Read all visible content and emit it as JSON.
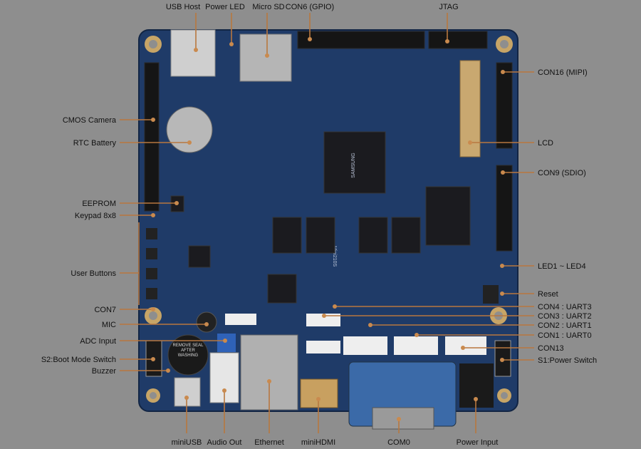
{
  "board_name": "Mini210S",
  "cpu_marking": "SAMSUNG",
  "labels": {
    "top": [
      "USB Host",
      "Power LED",
      "Micro SD",
      "CON6 (GPIO)",
      "JTAG"
    ],
    "left": [
      "CMOS Camera",
      "RTC Battery",
      "EEPROM",
      "Keypad 8x8",
      "User Buttons",
      "CON7",
      "MIC",
      "ADC Input",
      "S2:Boot Mode Switch",
      "Buzzer"
    ],
    "right": [
      "CON16 (MIPI)",
      "LCD",
      "CON9 (SDIO)",
      "LED1 ~ LED4",
      "Reset",
      "CON4 : UART3",
      "CON3 : UART2",
      "CON2 : UART1",
      "CON1 : UART0",
      "CON13",
      "S1:Power Switch"
    ],
    "bottom": [
      "miniUSB",
      "Audio Out",
      "Ethernet",
      "miniHDMI",
      "COM0",
      "Power Input"
    ]
  },
  "buzzer_sticker": "REMOVE SEAL AFTER WASHING",
  "colors": {
    "background": "#8e8e8e",
    "board": "#1f3b68",
    "leader": "#b8773f"
  }
}
